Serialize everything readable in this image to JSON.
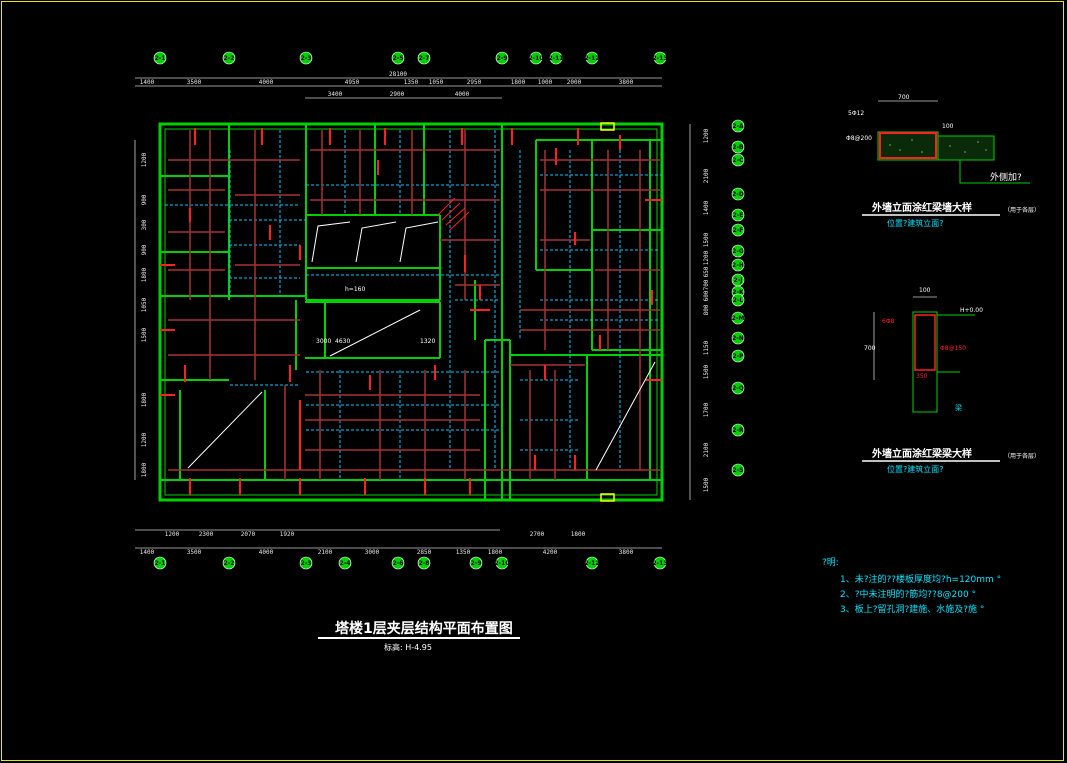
{
  "drawing": {
    "main_title": "塔楼1层夹层结构平面布置图",
    "elevation": "标高: H-4.95"
  },
  "notes": {
    "heading": "?明:",
    "lines": [
      "1、未?注的??楼板厚度均?h=120mm °",
      "2、?中未注明的?筋均??8@200 °",
      "3、板上?留孔洞?建施、水施及?施 °"
    ]
  },
  "detail_1": {
    "title": "外墙立面涂红梁墙大样",
    "subtitle": "位置?建筑立面?",
    "side_note": "（用于各层）",
    "dim_top": "700",
    "label_left_1": "5Φ12",
    "label_left_2": "Φ8@200",
    "label_right": "100",
    "callout": "外侧加?"
  },
  "detail_2": {
    "title": "外墙立面涂红梁梁大样",
    "subtitle": "位置?建筑立面?",
    "side_note": "（用于各层）",
    "dim_top": "100",
    "dim_left": "700",
    "elev": "H+0.00",
    "label_1": "6Φ8",
    "label_2": "Φ8@150",
    "label_3": "350",
    "label_4": "梁"
  },
  "axes_top": [
    "2-1",
    "2-2",
    "2-3",
    "2-5",
    "2-7",
    "2-9",
    "2-10",
    "2-11",
    "2-12",
    "2-13"
  ],
  "axes_right": [
    "2-A",
    "2-B",
    "2-C",
    "2-D",
    "2-E",
    "2-F",
    "2-G",
    "2-H",
    "2-J",
    "2-K",
    "2-L",
    "2-M",
    "2-N",
    "2-P",
    "2-Q",
    "2-R",
    "2-S"
  ],
  "dims_top_row1": [
    "1400",
    "3500",
    "4000",
    "4950",
    "1350",
    "1050",
    "2950",
    "1800",
    "1000",
    "2000",
    "3800"
  ],
  "dims_top_row2": [
    "3400",
    "2900",
    "4000"
  ],
  "dim_top_total": "28100",
  "dims_bottom_row1": [
    "1200",
    "2300",
    "2070",
    "1920",
    "2700",
    "1800"
  ],
  "dims_bottom_row2": [
    "1400",
    "3500",
    "4000",
    "2100",
    "3000",
    "2850",
    "1350",
    "1800",
    "4200",
    "3800"
  ],
  "dims_right": [
    "1200",
    "2100",
    "1400",
    "1500",
    "1200",
    "650",
    "700",
    "600",
    "800",
    "1150",
    "1500",
    "1700",
    "2100",
    "1500"
  ],
  "dims_left": [
    "1200",
    "900",
    "300",
    "900",
    "1800",
    "1050",
    "1500",
    "1800",
    "1200",
    "1800"
  ],
  "plan_labels": [
    "h=160",
    "4630",
    "1320",
    "3000"
  ],
  "colors": {
    "background": "#000000",
    "frame": "#e6e600",
    "wall": "#00d000",
    "beam": "#ff2020",
    "rebar": "#a83232",
    "dashed": "#00c8ff",
    "text": "#ffffff",
    "note": "#00e5ff"
  }
}
